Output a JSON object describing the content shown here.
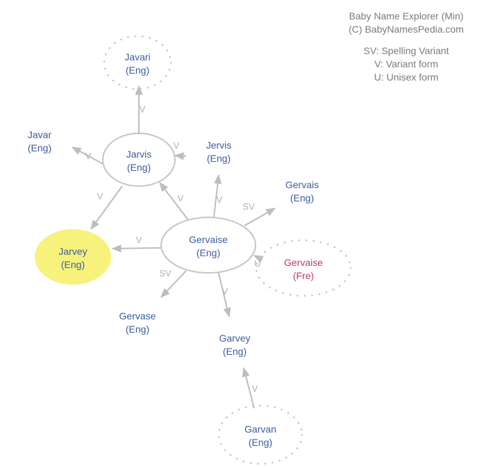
{
  "legend": {
    "title": "Baby Name Explorer (Min)",
    "copyright": "(C) BabyNamesPedia.com",
    "items": [
      "SV: Spelling Variant",
      "V: Variant form",
      "U: Unisex form"
    ]
  },
  "colors": {
    "name_text": "#3b5c9b",
    "foreign_text": "#c23a60",
    "highlight_fill": "#f6f27c",
    "edge": "#bdbdbd",
    "edge_label": "#b0b0b0"
  },
  "nodes": [
    {
      "id": "javari",
      "name": "Javari",
      "origin": "(Eng)",
      "style": "dotted"
    },
    {
      "id": "javar",
      "name": "Javar",
      "origin": "(Eng)",
      "style": "plain"
    },
    {
      "id": "jarvis",
      "name": "Jarvis",
      "origin": "(Eng)",
      "style": "solid"
    },
    {
      "id": "jervis",
      "name": "Jervis",
      "origin": "(Eng)",
      "style": "plain"
    },
    {
      "id": "gervais",
      "name": "Gervais",
      "origin": "(Eng)",
      "style": "plain"
    },
    {
      "id": "jarvey",
      "name": "Jarvey",
      "origin": "(Eng)",
      "style": "highlight"
    },
    {
      "id": "gervaise_eng",
      "name": "Gervaise",
      "origin": "(Eng)",
      "style": "solid"
    },
    {
      "id": "gervaise_fre",
      "name": "Gervaise",
      "origin": "(Fre)",
      "style": "dotted-foreign"
    },
    {
      "id": "gervase",
      "name": "Gervase",
      "origin": "(Eng)",
      "style": "plain"
    },
    {
      "id": "garvey",
      "name": "Garvey",
      "origin": "(Eng)",
      "style": "plain"
    },
    {
      "id": "garvan",
      "name": "Garvan",
      "origin": "(Eng)",
      "style": "dotted"
    }
  ],
  "edges": [
    {
      "from": "jarvis",
      "to": "javari",
      "label": "V"
    },
    {
      "from": "jarvis",
      "to": "javar",
      "label": "V"
    },
    {
      "from": "jervis",
      "to": "jarvis",
      "label": "V"
    },
    {
      "from": "jarvis",
      "to": "jarvey",
      "label": "V"
    },
    {
      "from": "gervaise_eng",
      "to": "jarvis",
      "label": "V"
    },
    {
      "from": "gervaise_eng",
      "to": "jervis",
      "label": "V"
    },
    {
      "from": "gervaise_eng",
      "to": "gervais",
      "label": "SV"
    },
    {
      "from": "gervaise_eng",
      "to": "jarvey",
      "label": "V"
    },
    {
      "from": "gervaise_eng",
      "to": "gervase",
      "label": "SV"
    },
    {
      "from": "gervaise_eng",
      "to": "garvey",
      "label": "V"
    },
    {
      "from": "gervaise_fre",
      "to": "gervaise_eng",
      "label": "U"
    },
    {
      "from": "garvan",
      "to": "garvey",
      "label": "V"
    }
  ]
}
